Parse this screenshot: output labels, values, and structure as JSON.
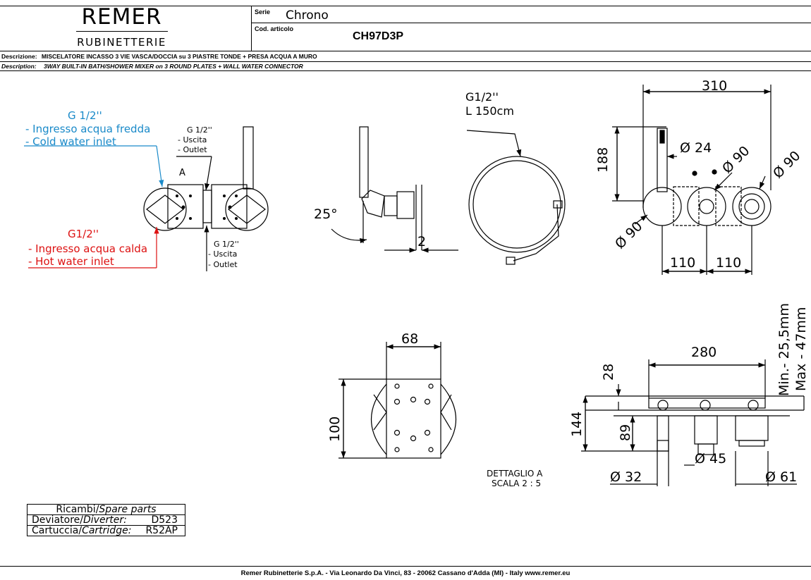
{
  "header": {
    "brand_name": "REMER",
    "brand_sub": "RUBINETTERIE",
    "serie_label": "Serie",
    "serie_value": "Chrono",
    "code_label": "Cod. articolo",
    "code_value": "CH97D3P",
    "descr_it_label": "Descrizione:",
    "descr_it": "MISCELATORE INCASSO 3 VIE VASCA/DOCCIA su 3 PIASTRE TONDE + PRESA ACQUA A MURO",
    "descr_en_label": "Description:",
    "descr_en": "3WAY BUILT-IN BATH/SHOWER MIXER on 3 ROUND PLATES + WALL WATER CONNECTOR"
  },
  "view1": {
    "cold_g": "G 1/2''",
    "cold_it": "- Ingresso acqua fredda",
    "cold_en": "- Cold water inlet",
    "hot_g": "G1/2''",
    "hot_it": "- Ingresso acqua calda",
    "hot_en": "- Hot water inlet",
    "outlet_top_g": "G 1/2''",
    "outlet_top_it": "- Uscita",
    "outlet_top_en": "- Outlet",
    "outlet_bot_g": "G 1/2''",
    "outlet_bot_it": "- Uscita",
    "outlet_bot_en": "- Outlet",
    "detail_marker": "A"
  },
  "view2": {
    "angle": "25°",
    "depth": "2"
  },
  "view3": {
    "thread": "G1/2''",
    "length": "L 150cm"
  },
  "view4": {
    "width": "310",
    "height": "188",
    "d_spout": "Ø 24",
    "d_plate_1": "Ø 90",
    "d_plate_2": "Ø 90",
    "d_plate_3": "Ø 90",
    "spacing_1": "110",
    "spacing_2": "110"
  },
  "detail": {
    "width": "68",
    "height": "100",
    "caption_1": "DETTAGLIO A",
    "caption_2": "SCALA 2 : 5"
  },
  "view5": {
    "width": "280",
    "min_max_1": "Min.- 25,5mm",
    "min_max_2": "Max - 47mm",
    "d28": "28",
    "d144": "144",
    "d89": "89",
    "d_32": "Ø 32",
    "d_45": "Ø 45",
    "d_61": "Ø 61"
  },
  "parts": {
    "title_it": "Ricambi/",
    "title_en": "Spare parts",
    "diverter_it": "Deviatore/",
    "diverter_en": "Diverter:",
    "diverter_code": "D523",
    "cartridge_it": "Cartuccia/",
    "cartridge_en": "Cartridge:",
    "cartridge_code": "R52AP"
  },
  "footer": {
    "text": "Remer Rubinetterie S.p.A. - Via Leonardo Da Vinci, 83 - 20062 Cassano d'Adda (MI) - Italy www.remer.eu"
  }
}
